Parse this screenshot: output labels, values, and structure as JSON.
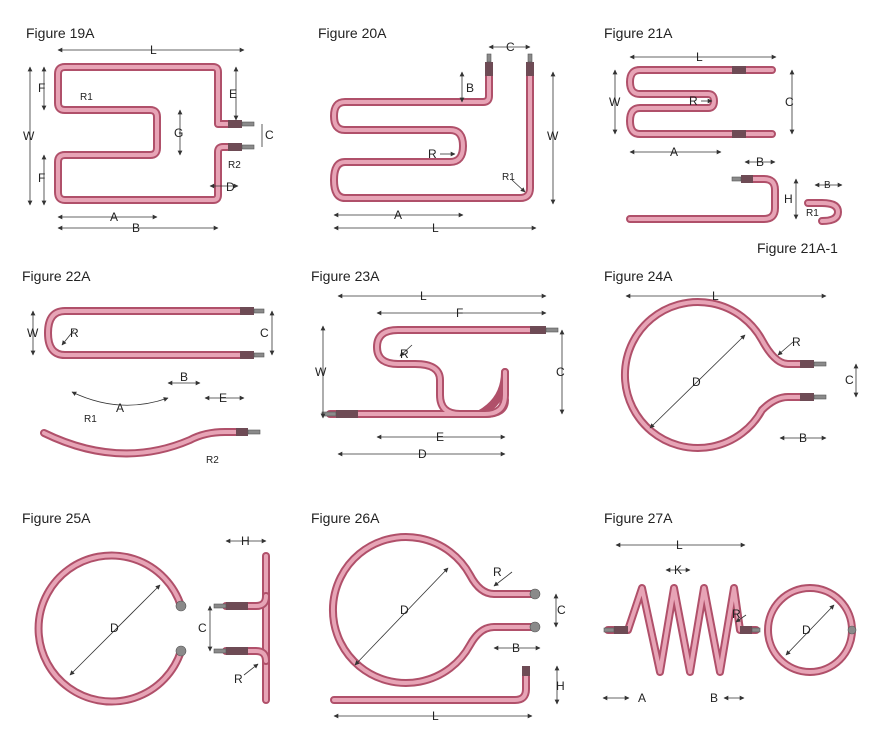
{
  "figures": [
    {
      "title": "Figure 19A",
      "labels": [
        "L",
        "W",
        "F",
        "F",
        "E",
        "G",
        "C",
        "D",
        "A",
        "B",
        "R1",
        "R2"
      ]
    },
    {
      "title": "Figure 20A",
      "labels": [
        "C",
        "B",
        "W",
        "R",
        "R1",
        "A",
        "L"
      ]
    },
    {
      "title": "Figure 21A",
      "labels": [
        "L",
        "W",
        "R",
        "C",
        "A",
        "B",
        "H",
        "B",
        "R1"
      ]
    },
    {
      "title": "Figure 21A-1",
      "labels": []
    },
    {
      "title": "Figure 22A",
      "labels": [
        "W",
        "R",
        "C",
        "A",
        "B",
        "E",
        "R1",
        "R2"
      ]
    },
    {
      "title": "Figure 23A",
      "labels": [
        "L",
        "F",
        "W",
        "R",
        "C",
        "E",
        "D"
      ]
    },
    {
      "title": "Figure 24A",
      "labels": [
        "L",
        "R",
        "D",
        "C",
        "B"
      ]
    },
    {
      "title": "Figure 25A",
      "labels": [
        "D",
        "H",
        "C",
        "R"
      ]
    },
    {
      "title": "Figure 26A",
      "labels": [
        "R",
        "D",
        "C",
        "B",
        "H",
        "L"
      ]
    },
    {
      "title": "Figure 27A",
      "labels": [
        "L",
        "K",
        "R",
        "D",
        "A",
        "B"
      ]
    }
  ],
  "colors": {
    "tube": "#b0506a",
    "tube_highlight": "#e7a4b6",
    "terminal": "#6e4b55",
    "pin": "#8a8a8a"
  }
}
